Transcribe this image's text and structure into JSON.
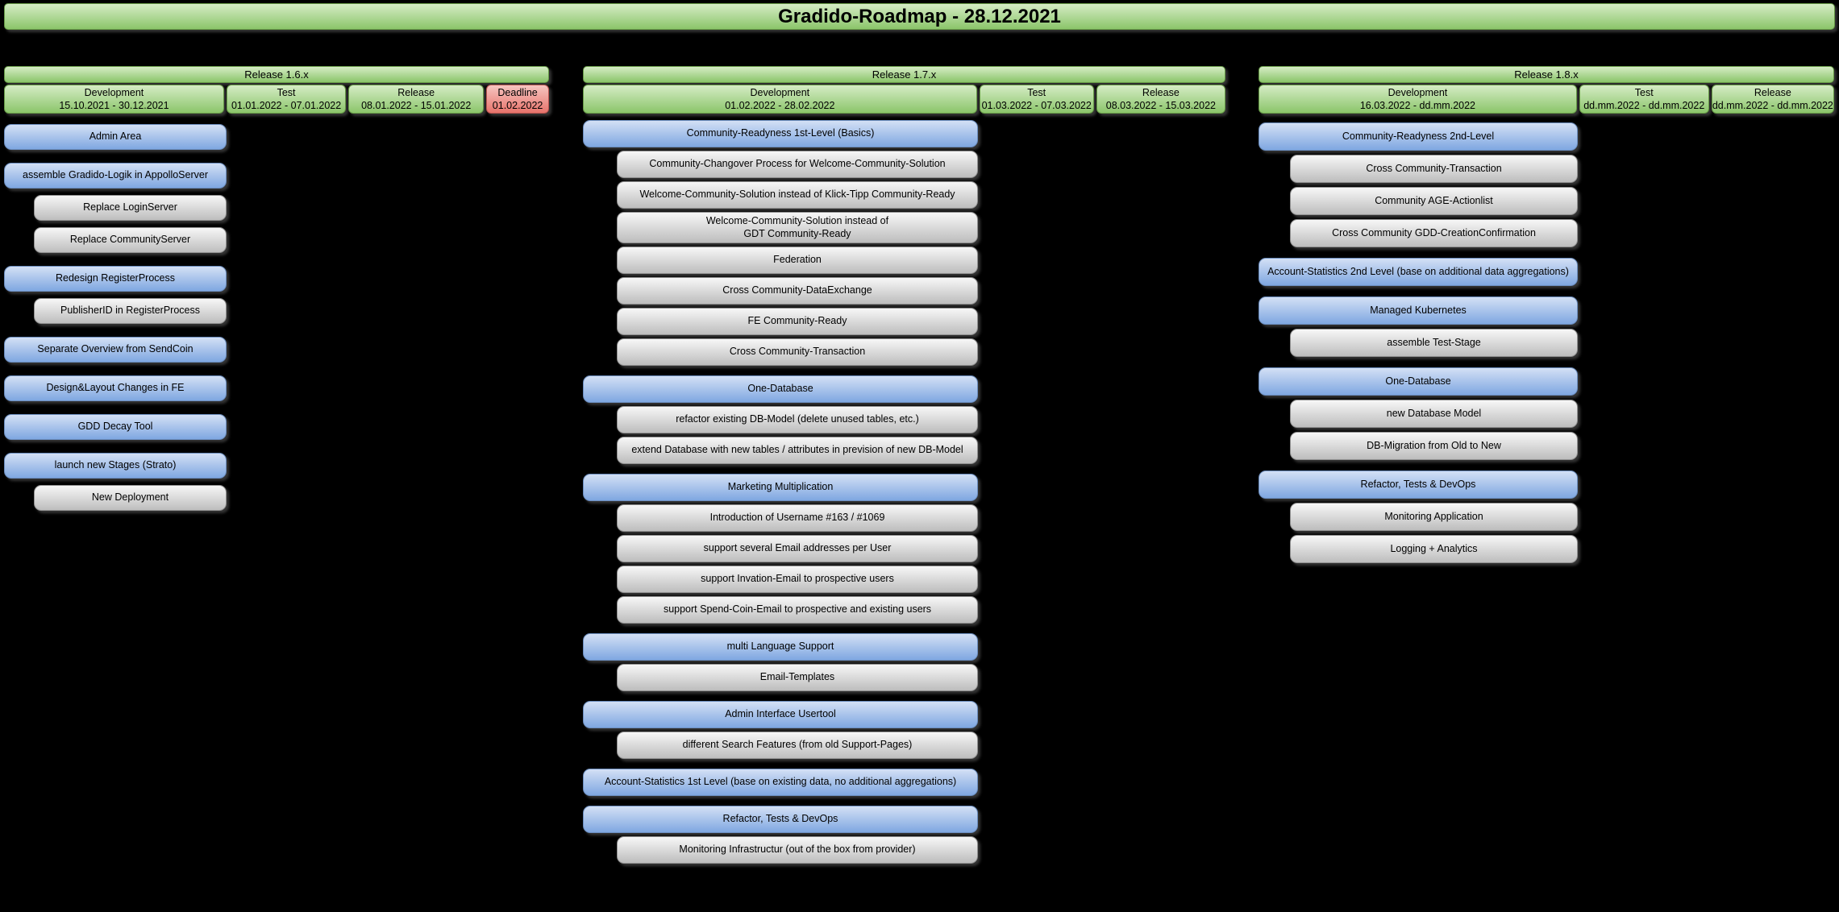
{
  "title": "Gradido-Roadmap - 28.12.2021",
  "colors": {
    "background": "#000000",
    "green_light": "#d5ecc5",
    "green_dark": "#8bc56a",
    "green_border": "#679a47",
    "blue_light": "#d3e0f5",
    "blue_dark": "#7fa7e1",
    "blue_border": "#6c8ebf",
    "gray_light": "#f7f7f7",
    "gray_dark": "#bdbdbd",
    "gray_border": "#909090",
    "red_light": "#f6c5c1",
    "red_dark": "#e7736b",
    "red_border": "#b85450"
  },
  "columns": [
    {
      "release": "Release 1.6.x",
      "phases": [
        {
          "label": "Development",
          "dates": "15.10.2021 - 30.12.2021",
          "type": "phase"
        },
        {
          "label": "Test",
          "dates": "01.01.2022 - 07.01.2022",
          "type": "phase"
        },
        {
          "label": "Release",
          "dates": "08.01.2022 - 15.01.2022",
          "type": "phase"
        },
        {
          "label": "Deadline",
          "dates": "01.02.2022",
          "type": "deadline"
        }
      ],
      "groups": [
        {
          "parent": "Admin Area",
          "children": []
        },
        {
          "parent": "assemble Gradido-Logik in AppolloServer",
          "children": [
            "Replace LoginServer",
            "Replace CommunityServer"
          ]
        },
        {
          "parent": "Redesign RegisterProcess",
          "children": [
            "PublisherID in RegisterProcess"
          ]
        },
        {
          "parent": "Separate Overview from SendCoin",
          "children": []
        },
        {
          "parent": "Design&Layout Changes in FE",
          "children": []
        },
        {
          "parent": "GDD Decay Tool",
          "children": []
        },
        {
          "parent": "launch new Stages (Strato)",
          "children": [
            "New Deployment"
          ]
        }
      ]
    },
    {
      "release": "Release 1.7.x",
      "phases": [
        {
          "label": "Development",
          "dates": "01.02.2022 - 28.02.2022",
          "type": "phase"
        },
        {
          "label": "Test",
          "dates": "01.03.2022 - 07.03.2022",
          "type": "phase"
        },
        {
          "label": "Release",
          "dates": "08.03.2022 - 15.03.2022",
          "type": "phase"
        }
      ],
      "groups": [
        {
          "parent": "Community-Readyness 1st-Level (Basics)",
          "children": [
            "Community-Changover Process for Welcome-Community-Solution",
            "Welcome-Community-Solution instead of Klick-Tipp Community-Ready",
            "Welcome-Community-Solution instead of\nGDT Community-Ready",
            "Federation",
            "Cross Community-DataExchange",
            "FE Community-Ready",
            "Cross Community-Transaction"
          ]
        },
        {
          "parent": "One-Database",
          "children": [
            "refactor existing DB-Model (delete unused tables, etc.)",
            "extend Database with new tables / attributes in prevision of new DB-Model"
          ]
        },
        {
          "parent": "Marketing Multiplication",
          "children": [
            "Introduction of Username #163 / #1069",
            "support several Email addresses per User",
            "support Invation-Email to prospective users",
            "support Spend-Coin-Email to prospective and existing users"
          ]
        },
        {
          "parent": "multi Language Support",
          "children": [
            "Email-Templates"
          ]
        },
        {
          "parent": "Admin Interface Usertool",
          "children": [
            "different Search Features (from old Support-Pages)"
          ]
        },
        {
          "parent": "Account-Statistics 1st Level (base on existing data, no additional aggregations)",
          "children": []
        },
        {
          "parent": "Refactor, Tests & DevOps",
          "children": [
            "Monitoring Infrastructur (out of the box from provider)"
          ]
        }
      ]
    },
    {
      "release": "Release 1.8.x",
      "phases": [
        {
          "label": "Development",
          "dates": "16.03.2022 - dd.mm.2022",
          "type": "phase"
        },
        {
          "label": "Test",
          "dates": "dd.mm.2022 - dd.mm.2022",
          "type": "phase"
        },
        {
          "label": "Release",
          "dates": "dd.mm.2022 - dd.mm.2022",
          "type": "phase"
        }
      ],
      "groups": [
        {
          "parent": "Community-Readyness 2nd-Level",
          "children": [
            "Cross Community-Transaction",
            "Community AGE-Actionlist",
            "Cross Community GDD-CreationConfirmation"
          ]
        },
        {
          "parent": "Account-Statistics 2nd Level (base on additional data aggregations)",
          "children": []
        },
        {
          "parent": "Managed Kubernetes",
          "children": [
            "assemble Test-Stage"
          ]
        },
        {
          "parent": "One-Database",
          "children": [
            "new Database Model",
            "DB-Migration from Old to New"
          ]
        },
        {
          "parent": "Refactor, Tests & DevOps",
          "children": [
            "Monitoring Application",
            "Logging + Analytics"
          ]
        }
      ]
    }
  ]
}
